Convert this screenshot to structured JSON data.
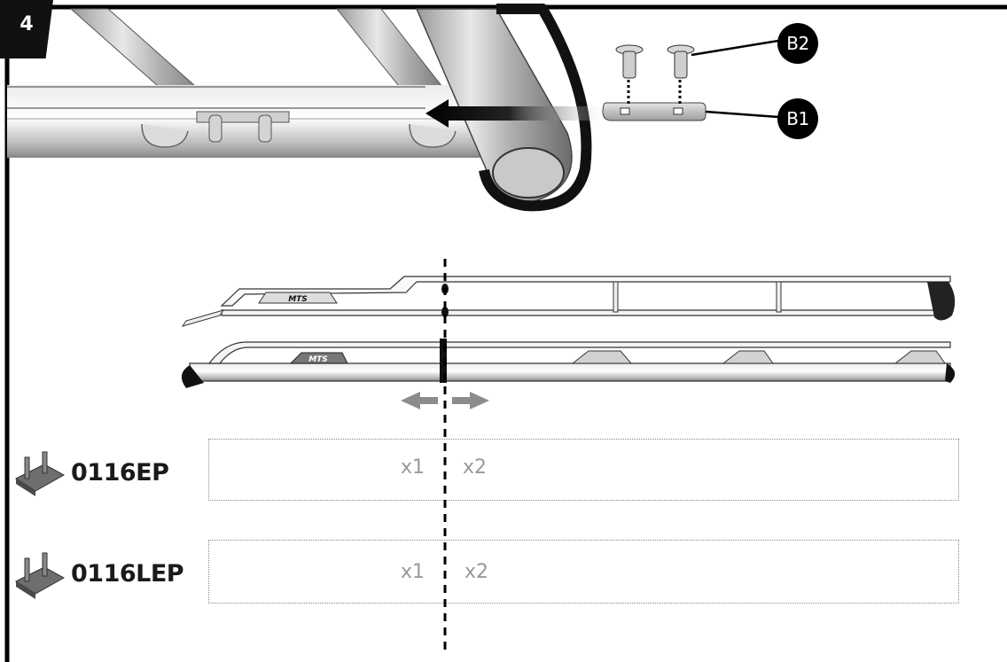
{
  "step": {
    "number": "4"
  },
  "callouts": {
    "b1": "B1",
    "b2": "B2"
  },
  "rail_logo": "MTS",
  "parts": [
    {
      "code": "0116EP",
      "qty_left": "x1",
      "qty_right": "x2"
    },
    {
      "code": "0116LEP",
      "qty_left": "x1",
      "qty_right": "x2"
    }
  ]
}
